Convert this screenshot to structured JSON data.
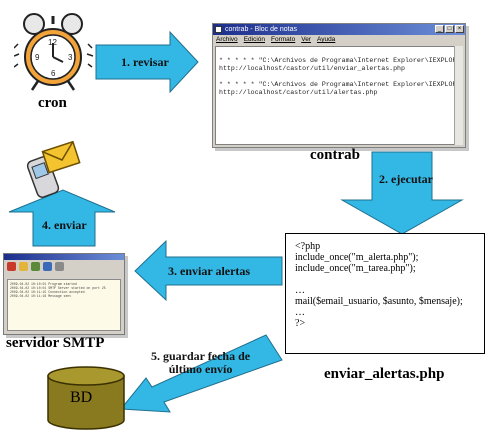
{
  "nodes": {
    "cron": "cron",
    "contrab": "contrab",
    "smtp": "servidor SMTP",
    "script": "enviar_alertas.php",
    "db": "BD"
  },
  "arrows": {
    "revisar": "1. revisar",
    "ejecutar": "2. ejecutar",
    "enviar_alertas": "3. enviar alertas",
    "enviar": "4. enviar",
    "guardar_line1": "5. guardar fecha de",
    "guardar_line2": "último envío"
  },
  "notepad": {
    "title": "contrab - Bloc de notas",
    "menu": [
      "Archivo",
      "Edición",
      "Formato",
      "Ver",
      "Ayuda"
    ],
    "lines": [
      "* * * * * \"C:\\Archivos de Programa\\Internet Explorer\\IEXPLORE.EXE\"",
      "http://localhost/castor/util/enviar_alertas.php",
      "",
      "* * * * * \"C:\\Archivos de Programa\\Internet Explorer\\IEXPLORE.EXE\"",
      "http://localhost/castor/util/alertas.php"
    ]
  },
  "code": {
    "lines": [
      "<?php",
      "include_once(\"m_alerta.php\");",
      "include_once(\"m_tarea.php\");",
      "",
      "…",
      "mail($email_usuario, $asunto, $mensaje);",
      "…",
      "?>"
    ]
  },
  "smtp_log": {
    "lines": [
      "2009-04-02 10:10:01 Program started",
      "2009-04-02 10:10:01 SMTP Server started on port 25",
      "2009-04-02 10:11:15 Connection accepted",
      "2009-04-02 10:11:16 Message sent"
    ]
  },
  "colors": {
    "arrow_fill": "#33b8e6",
    "arrow_stroke": "#1f6f8e",
    "db_fill": "#8a7a1f",
    "db_top": "#a8982e",
    "clock_body": "#ffffff",
    "envelope": "#f4c430"
  }
}
